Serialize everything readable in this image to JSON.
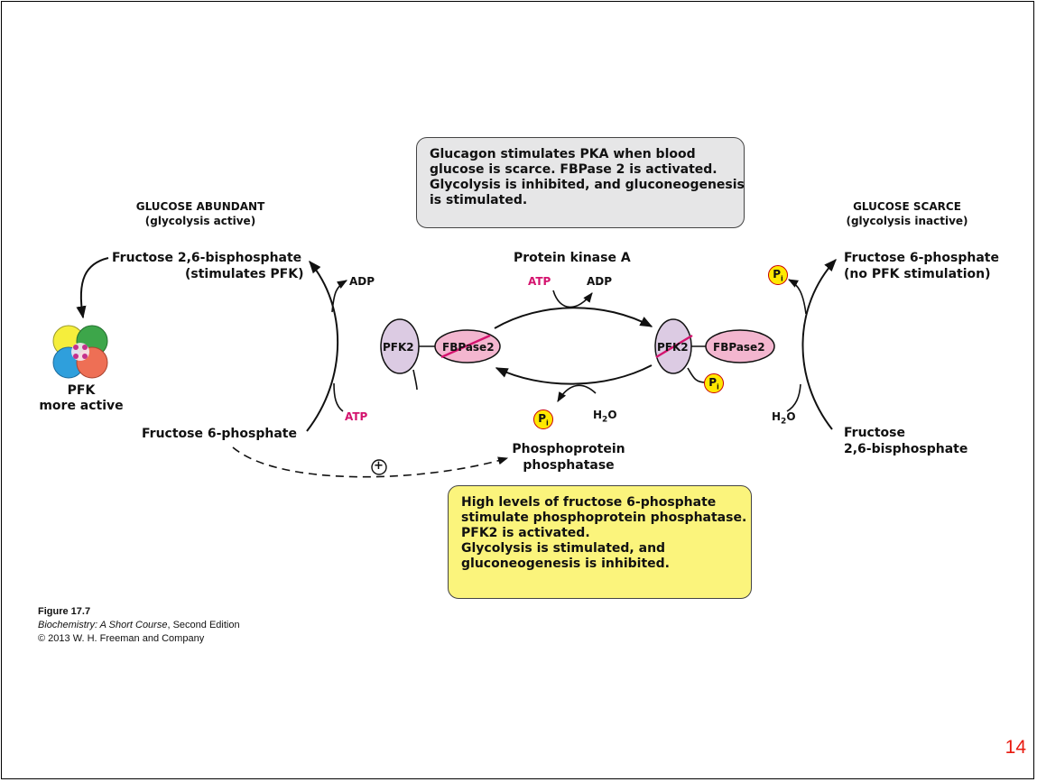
{
  "top_box": {
    "lines": [
      "Glucagon stimulates PKA when blood",
      "glucose is scarce. FBPase 2 is activated.",
      "Glycolysis is inhibited, and gluconeogenesis",
      "is stimulated."
    ]
  },
  "bottom_box": {
    "lines": [
      "High levels of fructose 6-phosphate",
      "stimulate phosphoprotein phosphatase.",
      "PFK2 is activated.",
      "Glycolysis is stimulated, and",
      "gluconeogenesis is inhibited."
    ]
  },
  "left": {
    "heading": "GLUCOSE ABUNDANT",
    "subheading": "(glycolysis active)",
    "product_line1": "Fructose 2,6-bisphosphate",
    "product_line2": "(stimulates PFK)",
    "adp": "ADP",
    "atp": "ATP",
    "substrate": "Fructose 6-phosphate",
    "pfk_label": "PFK",
    "pfk_state": "more active",
    "plus": "+"
  },
  "right": {
    "heading": "GLUCOSE SCARCE",
    "subheading": "(glycolysis inactive)",
    "product_line1": "Fructose 6-phosphate",
    "product_line2": "(no PFK stimulation)",
    "water": "H2O",
    "substrate_line1": "Fructose",
    "substrate_line2": "2,6-bisphosphate",
    "pi": "P"
  },
  "center": {
    "kinase": "Protein kinase A",
    "atp": "ATP",
    "adp": "ADP",
    "pfk2": "PFK2",
    "fbpase2": "FBPase2",
    "water": "H2O",
    "phosphatase_line1": "Phosphoprotein",
    "phosphatase_line2": "phosphatase",
    "pi": "P"
  },
  "colors": {
    "pfk2_fill": "#dccbe3",
    "fbpase2_fill": "#f3b6cf",
    "inactive_strike": "#d4136e",
    "pi_fill": "#ffe800",
    "top_box_fill": "#e6e6e7",
    "bottom_box_fill": "#fbf47c",
    "page_number": "#e8190e"
  },
  "caption": {
    "figure": "Figure 17.7",
    "book_italic": "Biochemistry: A Short Course",
    "book_rest": ", Second Edition",
    "copyright": "© 2013 W. H. Freeman and Company"
  },
  "page_number": "14"
}
